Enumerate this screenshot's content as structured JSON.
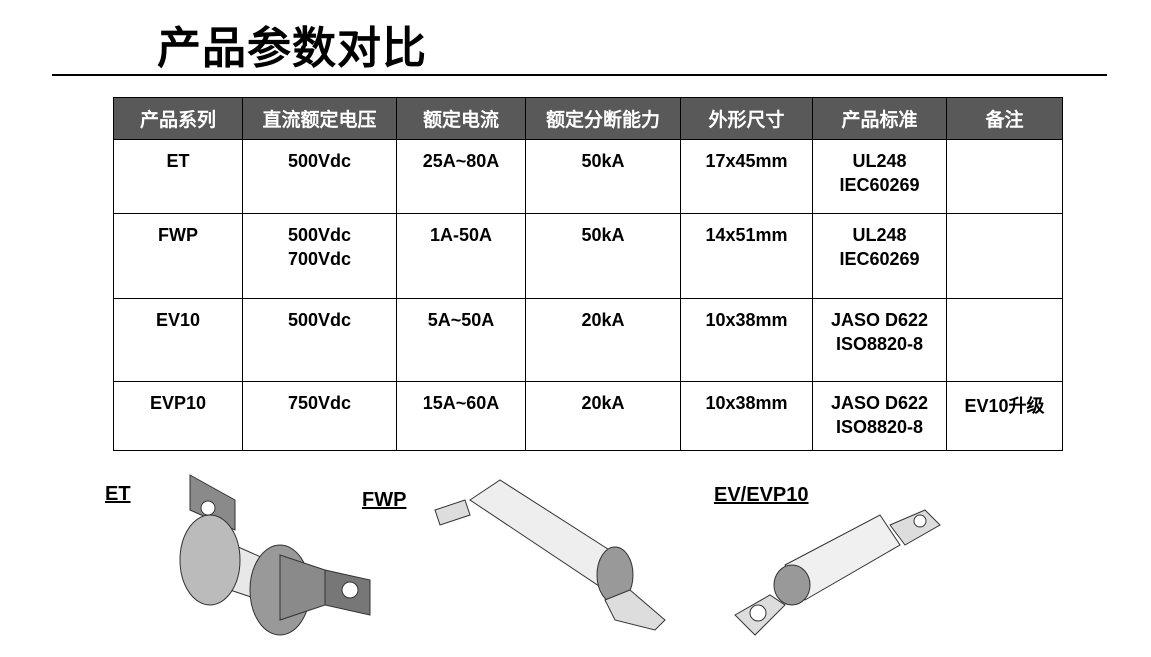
{
  "title": "产品参数对比",
  "table": {
    "headers": [
      "产品系列",
      "直流额定电压",
      "额定电流",
      "额定分断能力",
      "外形尺寸",
      "产品标准",
      "备注"
    ],
    "rows": [
      {
        "series": "ET",
        "voltage": [
          "500Vdc"
        ],
        "current": "25A~80A",
        "breaking": "50kA",
        "size": "17x45mm",
        "standard": [
          "UL248",
          "IEC60269"
        ],
        "note": ""
      },
      {
        "series": "FWP",
        "voltage": [
          "500Vdc",
          "700Vdc"
        ],
        "current": "1A-50A",
        "breaking": "50kA",
        "size": "14x51mm",
        "standard": [
          "UL248",
          "IEC60269"
        ],
        "note": ""
      },
      {
        "series": "EV10",
        "voltage": [
          "500Vdc"
        ],
        "current": "5A~50A",
        "breaking": "20kA",
        "size": "10x38mm",
        "standard": [
          "JASO D622",
          "ISO8820-8"
        ],
        "note": ""
      },
      {
        "series": "EVP10",
        "voltage": [
          "750Vdc"
        ],
        "current": "15A~60A",
        "breaking": "20kA",
        "size": "10x38mm",
        "standard": [
          "JASO D622",
          "ISO8820-8"
        ],
        "note": "EV10升级"
      }
    ]
  },
  "images": {
    "et_label": "ET",
    "fwp_label": "FWP",
    "ev_label": "EV/EVP10"
  }
}
